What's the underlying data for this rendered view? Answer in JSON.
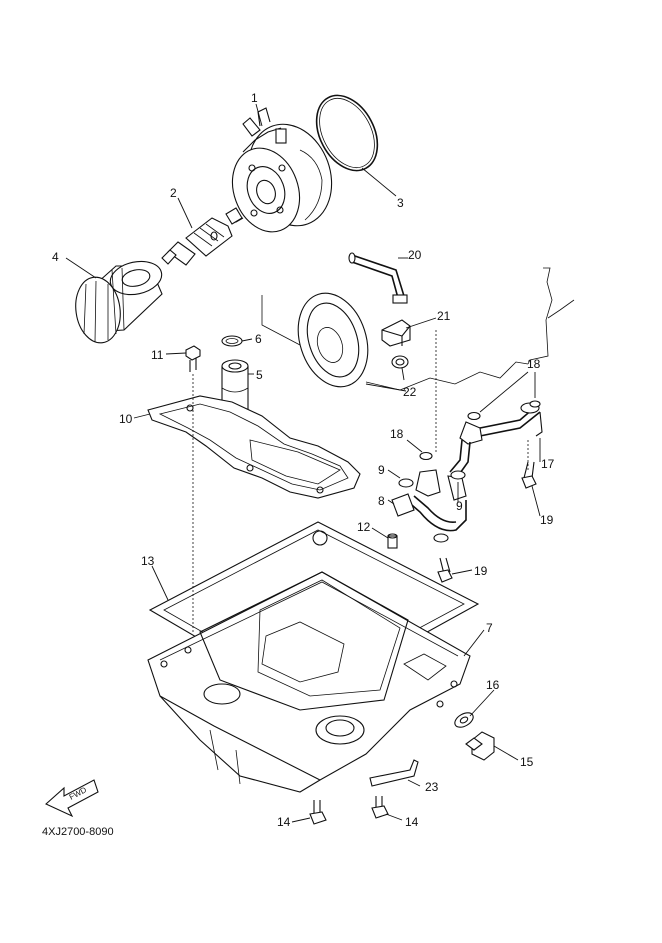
{
  "diagram": {
    "reference_code": "4XJ2700-8090",
    "direction_arrow_label": "FWD",
    "callouts": [
      {
        "id": "callout-1",
        "text": "1"
      },
      {
        "id": "callout-2",
        "text": "2"
      },
      {
        "id": "callout-3",
        "text": "3"
      },
      {
        "id": "callout-4",
        "text": "4"
      },
      {
        "id": "callout-5",
        "text": "5"
      },
      {
        "id": "callout-6",
        "text": "6"
      },
      {
        "id": "callout-7",
        "text": "7"
      },
      {
        "id": "callout-8",
        "text": "8"
      },
      {
        "id": "callout-9a",
        "text": "9"
      },
      {
        "id": "callout-9b",
        "text": "9"
      },
      {
        "id": "callout-10",
        "text": "10"
      },
      {
        "id": "callout-11",
        "text": "11"
      },
      {
        "id": "callout-12",
        "text": "12"
      },
      {
        "id": "callout-13",
        "text": "13"
      },
      {
        "id": "callout-14a",
        "text": "14"
      },
      {
        "id": "callout-14b",
        "text": "14"
      },
      {
        "id": "callout-15",
        "text": "15"
      },
      {
        "id": "callout-16",
        "text": "16"
      },
      {
        "id": "callout-17",
        "text": "17"
      },
      {
        "id": "callout-18a",
        "text": "18"
      },
      {
        "id": "callout-18b",
        "text": "18"
      },
      {
        "id": "callout-19a",
        "text": "19"
      },
      {
        "id": "callout-19b",
        "text": "19"
      },
      {
        "id": "callout-20",
        "text": "20"
      },
      {
        "id": "callout-21",
        "text": "21"
      },
      {
        "id": "callout-22",
        "text": "22"
      },
      {
        "id": "callout-23",
        "text": "23"
      }
    ]
  }
}
